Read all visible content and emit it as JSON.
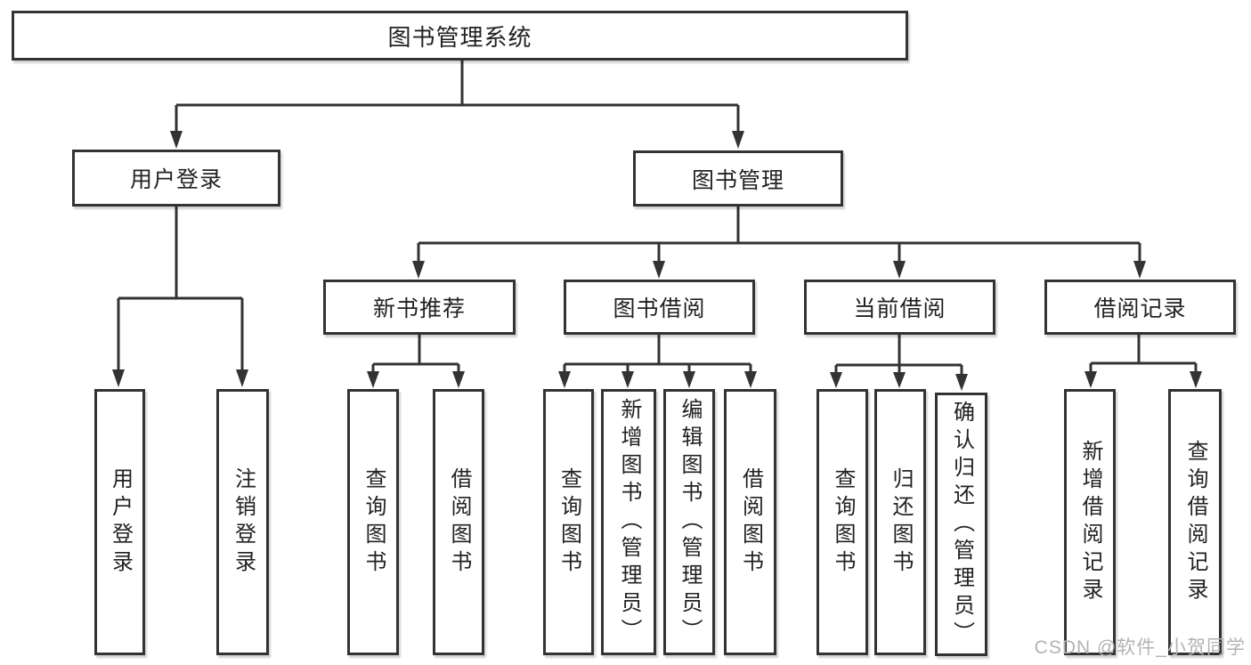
{
  "colors": {
    "line": "#333333",
    "text": "#222222",
    "watermark": "#b3b3b3",
    "background": "#ffffff"
  },
  "watermark": "CSDN @软件_小贺同学",
  "tree": {
    "root": "图书管理系统",
    "l1": [
      "用户登录",
      "图书管理"
    ],
    "l2": [
      "新书推荐",
      "图书借阅",
      "当前借阅",
      "借阅记录"
    ],
    "leaves": {
      "user_login": [
        "用户登录",
        "注销登录"
      ],
      "new_book": [
        "查询图书",
        "借阅图书"
      ],
      "book_borrow": [
        "查询图书",
        "新增图书（管理员）",
        "编辑图书（管理员）",
        "借阅图书"
      ],
      "current_borrow": [
        "查询图书",
        "归还图书",
        "确认归还（管理员）"
      ],
      "borrow_record": [
        "新增借阅记录",
        "查询借阅记录"
      ]
    }
  }
}
